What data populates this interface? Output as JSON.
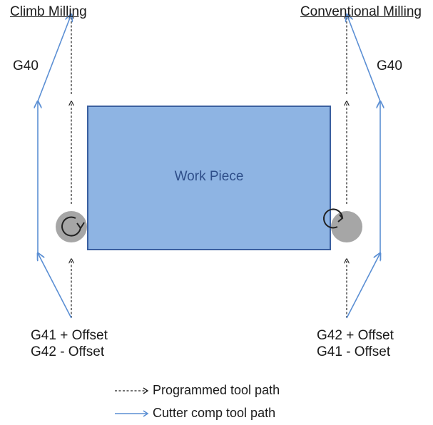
{
  "titles": {
    "left": "Climb Milling",
    "right": "Conventional Milling"
  },
  "g40": {
    "left": "G40",
    "right": "G40"
  },
  "workpiece": {
    "label": "Work Piece"
  },
  "codes_left": {
    "line1": "G41 + Offset",
    "line2": "G42 - Offset"
  },
  "codes_right": {
    "line1": "G42 + Offset",
    "line2": "G41 - Offset"
  },
  "legend": {
    "programmed": "Programmed tool path",
    "cutter_comp": "Cutter comp tool path"
  },
  "colors": {
    "workpiece_fill": "#8eb4e3",
    "workpiece_border": "#3a5f9f",
    "cutter_path": "#5b8fd4",
    "programmed_path": "#222222",
    "tool": "#a6a6a6"
  }
}
